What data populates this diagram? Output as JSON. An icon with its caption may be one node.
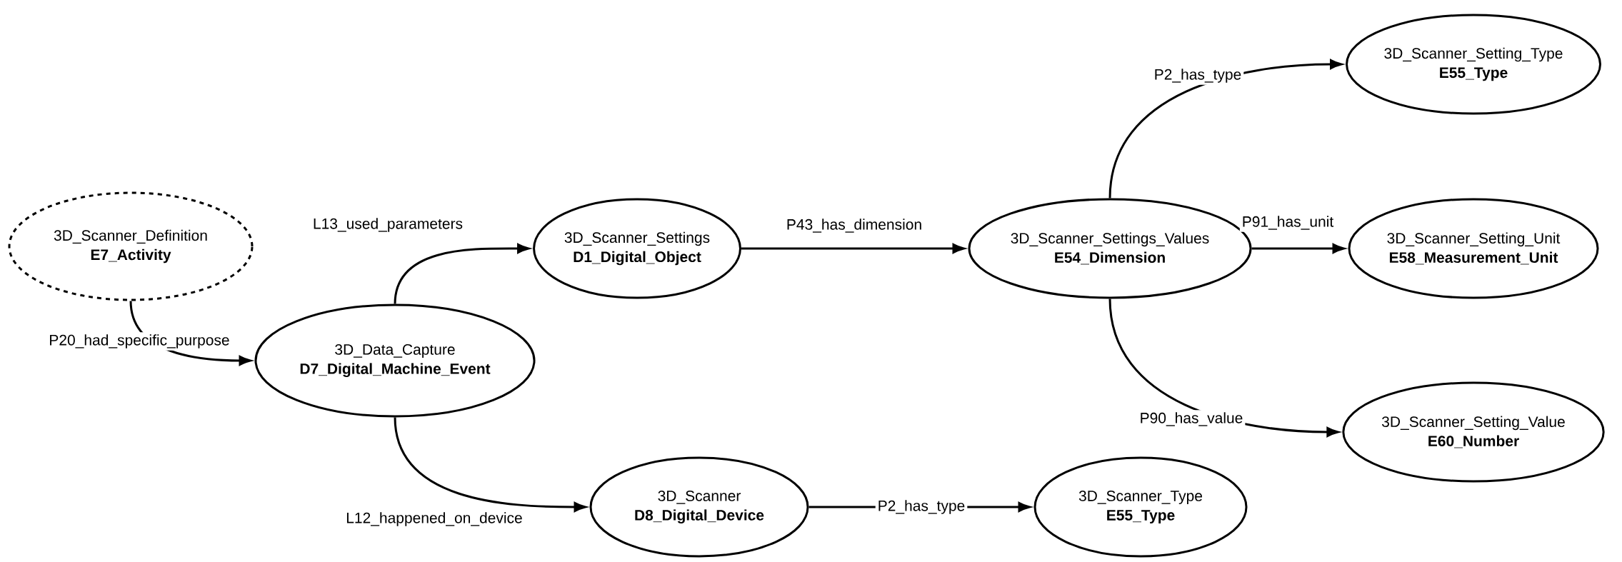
{
  "diagram": {
    "nodes": [
      {
        "text": [
          "3D_Scanner_Definition",
          "E7_Activity"
        ]
      },
      {
        "text": [
          "3D_Data_Capture",
          "D7_Digital_Machine_Event"
        ]
      },
      {
        "text": [
          "3D_Scanner_Settings",
          "D1_Digital_Object"
        ]
      },
      {
        "text": [
          "3D_Scanner",
          "D8_Digital_Device"
        ]
      },
      {
        "text": [
          "3D_Scanner_Settings_Values",
          "E54_Dimension"
        ]
      },
      {
        "text": [
          "3D_Scanner_Type",
          "E55_Type"
        ]
      },
      {
        "text": [
          "3D_Scanner_Setting_Type",
          "E55_Type"
        ]
      },
      {
        "text": [
          "3D_Scanner_Setting_Unit",
          "E58_Measurement_Unit"
        ]
      },
      {
        "text": [
          "3D_Scanner_Setting_Value",
          "E60_Number"
        ]
      }
    ],
    "edges": [
      {
        "from": 0,
        "to": 1,
        "arrow": "to",
        "label": "P20_had_specific_purpose"
      },
      {
        "from": 1,
        "to": 2,
        "arrow": "to",
        "label": "L13_used_parameters"
      },
      {
        "from": 1,
        "to": 3,
        "arrow": "to",
        "label": "L12_happened_on_device"
      },
      {
        "from": 2,
        "to": 4,
        "arrow": "to",
        "label": "P43_has_dimension"
      },
      {
        "from": 3,
        "to": 5,
        "arrow": "to",
        "label": "P2_has_type"
      },
      {
        "from": 4,
        "to": 6,
        "arrow": "to",
        "label": "P2_has_type"
      },
      {
        "from": 4,
        "to": 7,
        "arrow": "to",
        "label": "P91_has_unit"
      },
      {
        "from": 4,
        "to": 8,
        "arrow": "to",
        "label": "P90_has_value"
      }
    ]
  }
}
